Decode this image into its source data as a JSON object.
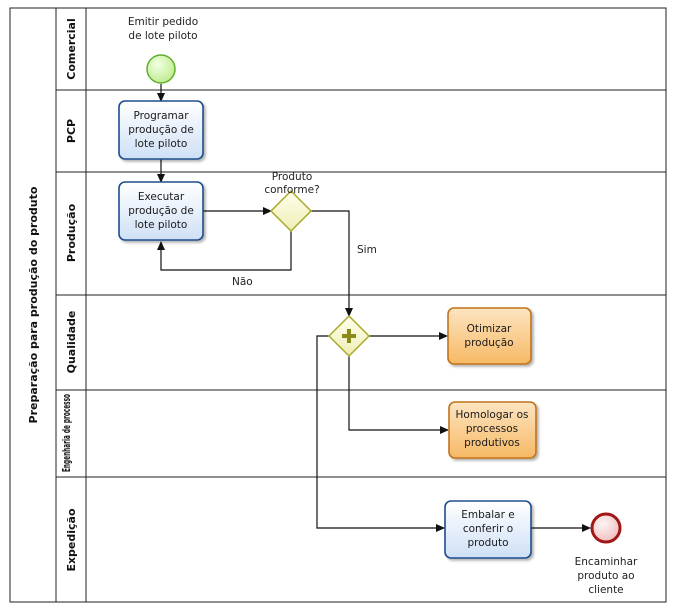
{
  "pool": {
    "title": "Preparação para produção do produto"
  },
  "lanes": [
    {
      "name": "Comercial"
    },
    {
      "name": "PCP"
    },
    {
      "name": "Produção"
    },
    {
      "name": "Qualidade"
    },
    {
      "name": "Engenharia de processo"
    },
    {
      "name": "Expedição"
    }
  ],
  "start_event": {
    "label_line1": "Emitir pedido",
    "label_line2": "de lote piloto"
  },
  "tasks": {
    "programar": {
      "line1": "Programar",
      "line2": "produção de",
      "line3": "lote piloto"
    },
    "executar": {
      "line1": "Executar",
      "line2": "produção de",
      "line3": "lote piloto"
    },
    "otimizar": {
      "line1": "Otimizar",
      "line2": "produção"
    },
    "homologar": {
      "line1": "Homologar os",
      "line2": "processos",
      "line3": "produtivos"
    },
    "embalar": {
      "line1": "Embalar e",
      "line2": "conferir o",
      "line3": "produto"
    }
  },
  "gateway": {
    "label_line1": "Produto",
    "label_line2": "conforme?"
  },
  "flows": {
    "yes": "Sim",
    "no": "Não"
  },
  "end_event": {
    "label_line1": "Encaminhar",
    "label_line2": "produto ao",
    "label_line3": "cliente"
  },
  "colors": {
    "task_fill": "#dbe8f8",
    "task_stroke": "#1f4e8c",
    "orange_fill": "#f9c98a",
    "orange_stroke": "#c0731d",
    "gateway_fill": "#f5f5c8",
    "gateway_stroke": "#a9a929",
    "start_fill": "#c9f29a",
    "start_stroke": "#5fae2e",
    "end_fill": "#f7d1d1",
    "end_stroke": "#a01717"
  }
}
